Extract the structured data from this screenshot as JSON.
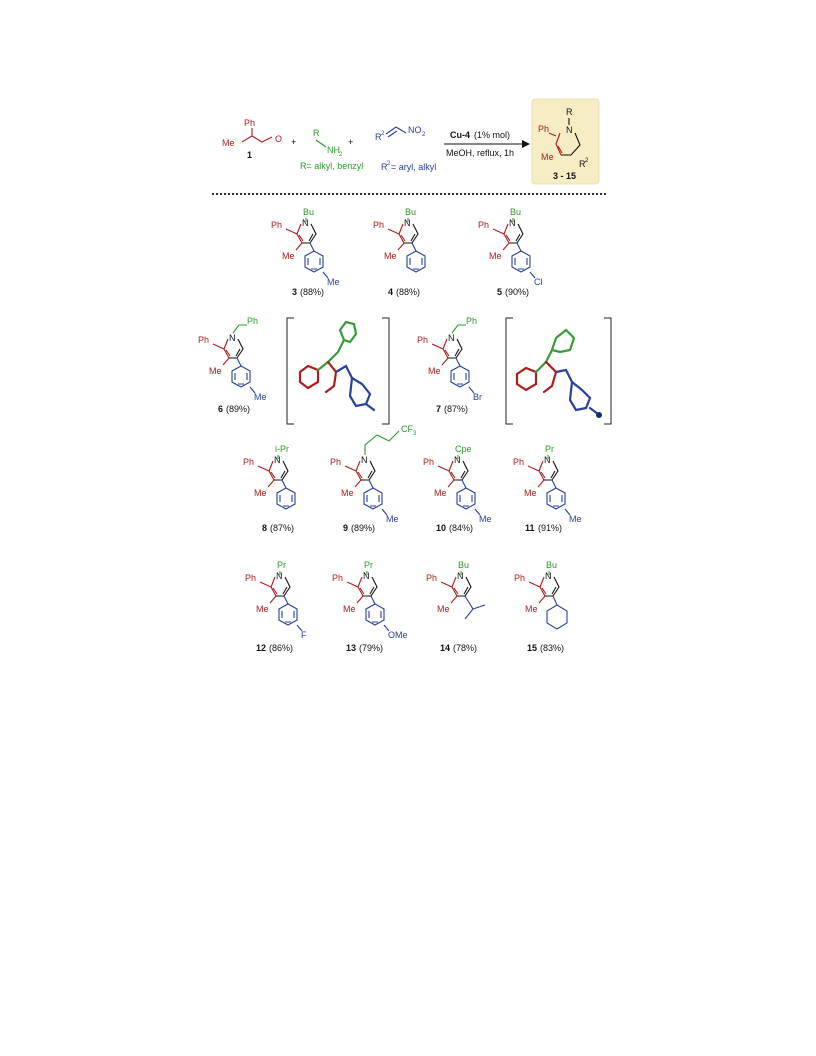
{
  "reaction": {
    "aldehyde": {
      "substituent_top": "Ph",
      "substituent_left": "Me",
      "carbonyl": "O",
      "number": "1"
    },
    "plus_1": "+",
    "amine": {
      "r": "R",
      "nh": "NH",
      "sub2": "2",
      "r_def": "R= alkyl, benzyl"
    },
    "plus_2": "+",
    "nitroalkene": {
      "r2": "R",
      "sup2": "2",
      "no": "NO",
      "sub2": "2",
      "r2_def": "R",
      "r2_def_sup": "2",
      "r2_def_text": "= aryl, alkyl"
    },
    "catalyst": "Cu-4",
    "catalyst_load": "(1% mol)",
    "conditions": "MeOH, reflux, 1h",
    "product": {
      "r": "R",
      "n": "N",
      "ph": "Ph",
      "me": "Me",
      "r2": "R",
      "sup2": "2",
      "label": "3 - 15"
    }
  },
  "compounds": [
    {
      "id": "c3",
      "num": "3",
      "yield": "(88%)",
      "n_sub": "Bu",
      "aryl_sub": "Me",
      "type": "aryl"
    },
    {
      "id": "c4",
      "num": "4",
      "yield": "(88%)",
      "n_sub": "Bu",
      "aryl_sub": "",
      "type": "aryl"
    },
    {
      "id": "c5",
      "num": "5",
      "yield": "(90%)",
      "n_sub": "Bu",
      "aryl_sub": "Cl",
      "type": "aryl"
    },
    {
      "id": "c6",
      "num": "6",
      "yield": "(89%)",
      "n_sub": "Ph",
      "aryl_sub": "Me",
      "type": "benzyl"
    },
    {
      "id": "c7",
      "num": "7",
      "yield": "(87%)",
      "n_sub": "Ph",
      "aryl_sub": "Br",
      "type": "benzyl"
    },
    {
      "id": "c8",
      "num": "8",
      "yield": "(87%)",
      "n_sub": "i-Pr",
      "aryl_sub": "",
      "type": "aryl"
    },
    {
      "id": "c9",
      "num": "9",
      "yield": "(89%)",
      "n_sub": "CF3",
      "aryl_sub": "Me",
      "type": "cf3"
    },
    {
      "id": "c10",
      "num": "10",
      "yield": "(84%)",
      "n_sub": "Cpe",
      "aryl_sub": "Me",
      "type": "aryl"
    },
    {
      "id": "c11",
      "num": "11",
      "yield": "(91%)",
      "n_sub": "Pr",
      "aryl_sub": "Me",
      "type": "aryl"
    },
    {
      "id": "c12",
      "num": "12",
      "yield": "(86%)",
      "n_sub": "Pr",
      "aryl_sub": "F",
      "type": "aryl"
    },
    {
      "id": "c13",
      "num": "13",
      "yield": "(79%)",
      "n_sub": "Pr",
      "aryl_sub": "OMe",
      "type": "aryl"
    },
    {
      "id": "c14",
      "num": "14",
      "yield": "(78%)",
      "n_sub": "Bu",
      "aryl_sub": "",
      "type": "isopropyl"
    },
    {
      "id": "c15",
      "num": "15",
      "yield": "(83%)",
      "n_sub": "Bu",
      "aryl_sub": "",
      "type": "cyclohexyl"
    }
  ],
  "pyrrole_labels": {
    "n": "N",
    "ph": "Ph",
    "me": "Me"
  },
  "colors": {
    "scaffold": "#b01c1c",
    "amine": "#2a9a2a",
    "aryl": "#2a3f9e",
    "highlight": "#f6edc4"
  }
}
